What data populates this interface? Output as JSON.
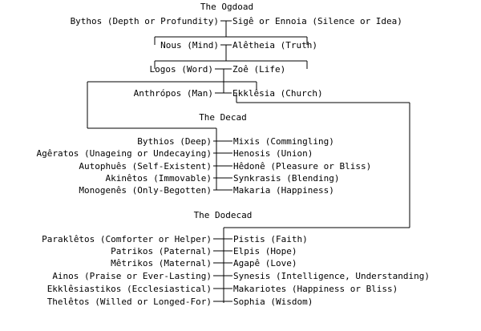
{
  "diagram": {
    "ogdoad": {
      "title": "The Ogdoad",
      "left": [
        "Bythos (Depth or Profundity)",
        "Nous (Mind)",
        "Logos (Word)",
        "Anthrópos (Man)"
      ],
      "right": [
        "Sigê or Ennoia (Silence or Idea)",
        "Alêtheia (Truth)",
        "Zoê (Life)",
        "Ekklêsia (Church)"
      ]
    },
    "decad": {
      "title": "The Decad",
      "left": [
        "Bythios (Deep)",
        "Agêratos (Unageing or Undecaying)",
        "Autophuês (Self-Existent)",
        "Akinêtos (Immovable)",
        "Monogenês (Only-Begotten)"
      ],
      "right": [
        "Mixis (Commingling)",
        "Henosis (Union)",
        "Hêdonê (Pleasure or Bliss)",
        "Synkrasis (Blending)",
        "Makaria (Happiness)"
      ]
    },
    "dodecad": {
      "title": "The Dodecad",
      "left": [
        "Paraklêtos (Comforter or Helper)",
        "Patrikos (Paternal)",
        "Mêtrikos (Maternal)",
        "Ainos (Praise or Ever-Lasting)",
        "Ekklêsiastikos (Ecclesiastical)",
        "Thelêtos (Willed or Longed-For)"
      ],
      "right": [
        "Pistis (Faith)",
        "Elpis (Hope)",
        "Agapê (Love)",
        "Synesis (Intelligence, Understanding)",
        "Makariotes (Happiness or Bliss)",
        "Sophia (Wisdom)"
      ]
    }
  }
}
